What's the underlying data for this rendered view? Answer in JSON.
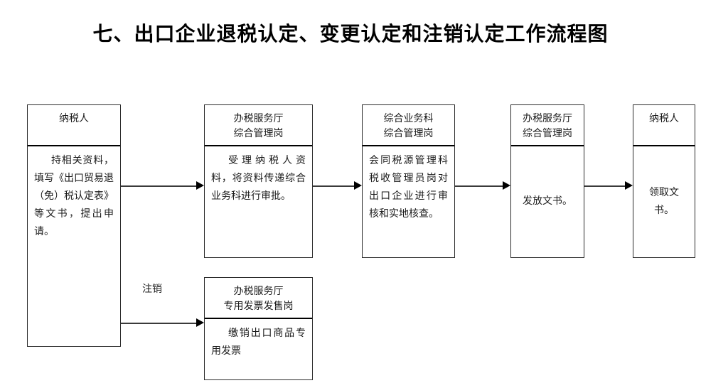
{
  "page": {
    "title": "七、出口企业退税认定、变更认定和注销认定工作流程图",
    "background_color": "#ffffff",
    "line_color": "#3a3a3a",
    "box_border_color": "#2b2b2b"
  },
  "nodes": [
    {
      "id": "taxpayer-apply",
      "header": "纳税人",
      "body": "持相关资料，填写《出口贸易退（免）税认定表》等文书，提出申请。"
    },
    {
      "id": "tax-service-hall-accept",
      "header": "办税服务厅\n综合管理岗",
      "body": "受理纳税人资料，将资料传递综合业务科进行审批。"
    },
    {
      "id": "comprehensive-business-section",
      "header": "综合业务科\n综合管理岗",
      "body": "会同税源管理科税收管理员岗对出口企业进行审核和实地核查。"
    },
    {
      "id": "tax-service-hall-issue",
      "header": "办税服务厅\n综合管理岗",
      "body": "发放文书。"
    },
    {
      "id": "taxpayer-receive",
      "header": "纳税人",
      "body": "领取文书。"
    },
    {
      "id": "invoice-sales-post",
      "header": "办税服务厅\n专用发票发售岗",
      "body": "缴销出口商品专用发票"
    }
  ],
  "edges": [
    {
      "id": "edge-cancel",
      "label": "注销"
    }
  ]
}
